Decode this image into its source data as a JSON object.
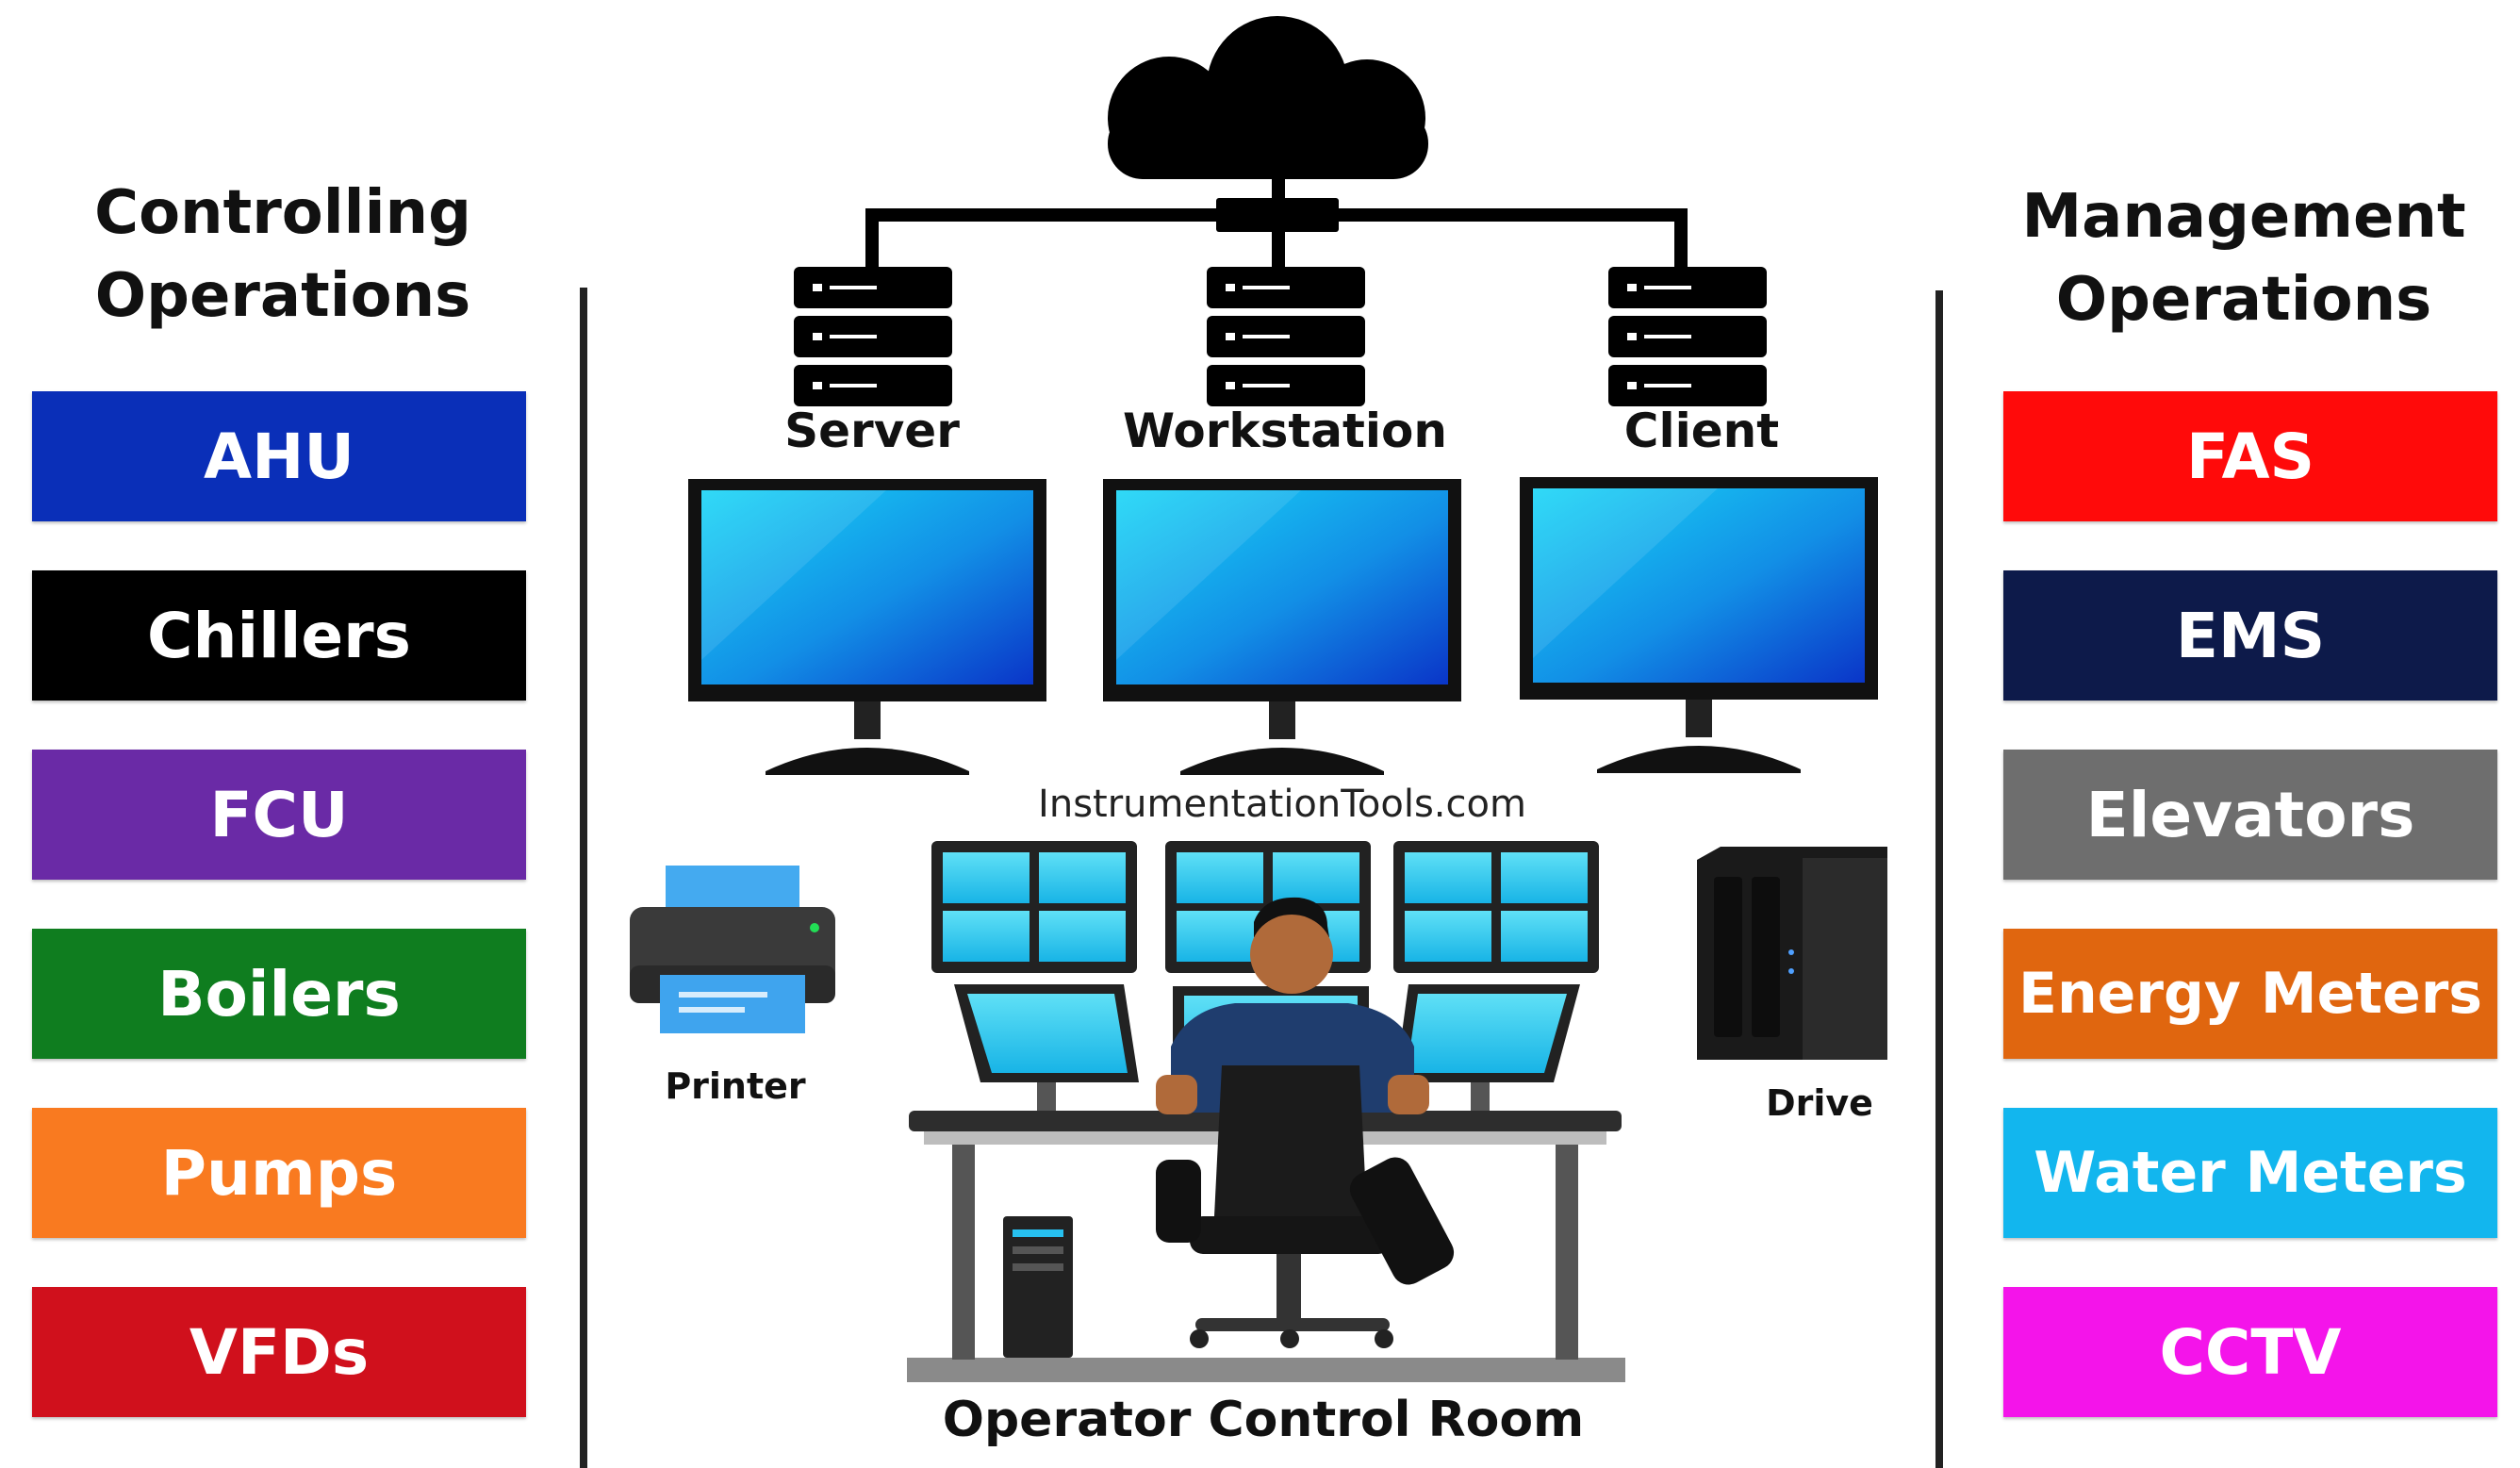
{
  "left": {
    "title_line1": "Controlling",
    "title_line2": "Operations",
    "items": [
      {
        "label": "AHU",
        "color": "#0a2fb8"
      },
      {
        "label": "Chillers",
        "color": "#000000"
      },
      {
        "label": "FCU",
        "color": "#6a2aa6"
      },
      {
        "label": "Boilers",
        "color": "#0f7d1f"
      },
      {
        "label": "Pumps",
        "color": "#f97a20"
      },
      {
        "label": "VFDs",
        "color": "#d0101c"
      }
    ]
  },
  "right": {
    "title_line1": "Management",
    "title_line2": "Operations",
    "items": [
      {
        "label": "FAS",
        "color": "#ff0a0a"
      },
      {
        "label": "EMS",
        "color": "#0d1a4a"
      },
      {
        "label": "Elevators",
        "color": "#6e6e6e"
      },
      {
        "label": "Energy Meters",
        "color": "#e0660f"
      },
      {
        "label": "Water Meters",
        "color": "#12b6ee"
      },
      {
        "label": "CCTV",
        "color": "#f414ea"
      }
    ]
  },
  "network": {
    "server_label": "Server",
    "workstation_label": "Workstation",
    "client_label": "Client",
    "printer_label": "Printer",
    "drive_label": "Drive",
    "watermark": "InstrumentationTools.com",
    "control_room_label": "Operator Control Room"
  },
  "colors": {
    "screen_light": "#14c8f0",
    "screen_dark": "#0a3ccf",
    "bezel": "#111111",
    "printer_body": "#3a3a3a",
    "printer_paper": "#3fa4ee",
    "operator_shirt": "#1f3d6e",
    "desk": "#444444"
  }
}
